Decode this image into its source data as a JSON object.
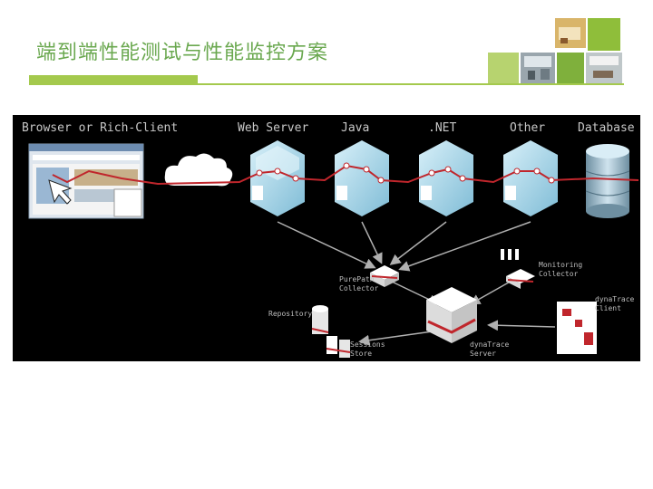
{
  "slide": {
    "title": "端到端性能测试与性能监控方案"
  },
  "diagram": {
    "tiers": {
      "browser": "Browser or Rich-Client",
      "web_server": "Web Server",
      "java": "Java",
      "net": ".NET",
      "other": "Other",
      "database": "Database"
    },
    "components": {
      "purepath_collector": [
        "PurePath",
        "Collector"
      ],
      "monitoring_collector": [
        "Monitoring",
        "Collector"
      ],
      "repository": "Repository",
      "sessions_store": [
        "Sessions",
        "Store"
      ],
      "dynatrace_server": [
        "dynaTrace",
        "Server"
      ],
      "dynatrace_client": [
        "dynaTrace",
        "Client"
      ]
    },
    "colors": {
      "background": "#000000",
      "trace_line": "#c0262c",
      "hex_node": "#a9d9ec",
      "arrow": "#b0b0b0"
    }
  },
  "decor": {
    "thumbnail_photos": [
      "office-photo",
      "lobby-photo",
      "meeting-room-photo"
    ],
    "accent_color": "#a4c94d"
  }
}
